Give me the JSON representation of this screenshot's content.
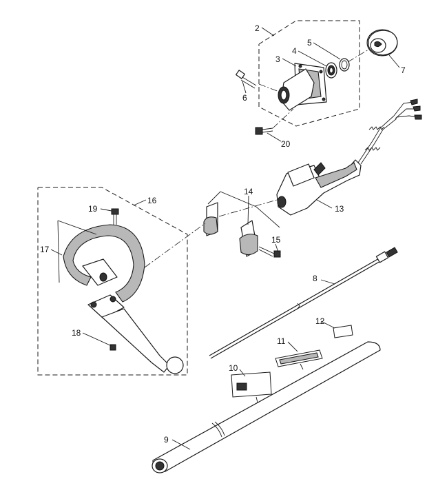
{
  "diagram": {
    "part_numbers": {
      "p2": "2",
      "p3": "3",
      "p4": "4",
      "p5": "5",
      "p6": "6",
      "p7": "7",
      "p8": "8",
      "p9": "9",
      "p10": "10",
      "p11": "11",
      "p12": "12",
      "p13": "13",
      "p14": "14",
      "p15": "15",
      "p16": "16",
      "p17": "17",
      "p18": "18",
      "p19": "19",
      "p20": "20"
    }
  }
}
